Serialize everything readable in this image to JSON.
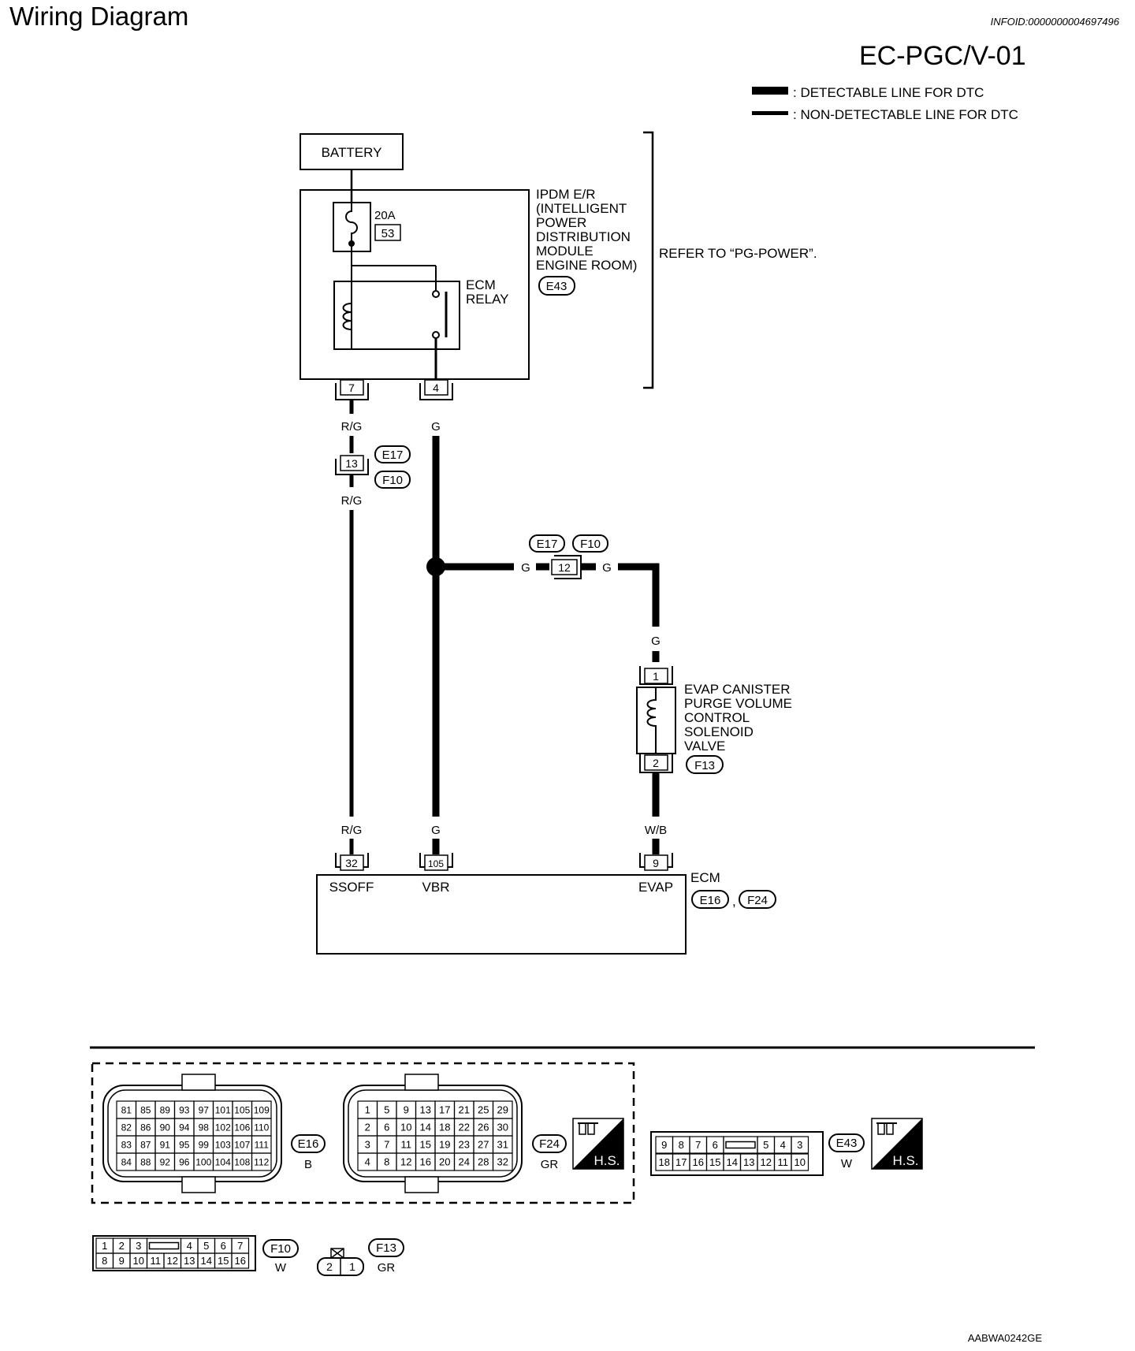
{
  "header": {
    "title": "Wiring Diagram",
    "info_id": "INFOID:0000000004697496",
    "code": "EC-PGC/V-01"
  },
  "legend": {
    "detectable": ": DETECTABLE LINE FOR DTC",
    "non_detectable": ": NON-DETECTABLE LINE FOR DTC"
  },
  "battery": {
    "label": "BATTERY"
  },
  "ipdm": {
    "lines": [
      "IPDM E/R",
      "(INTELLIGENT",
      "POWER",
      "DISTRIBUTION",
      "MODULE",
      "ENGINE ROOM)"
    ],
    "connector": "E43",
    "refer": "REFER TO “PG-POWER”."
  },
  "fuse": {
    "rating": "20A",
    "number": "53"
  },
  "relay": {
    "line1": "ECM",
    "line2": "RELAY"
  },
  "ipdm_pins": {
    "left": "7",
    "right": "4"
  },
  "wires": {
    "rg": "R/G",
    "g": "G",
    "wb": "W/B"
  },
  "joint_13": {
    "pin": "13",
    "conn_a": "E17",
    "conn_b": "F10"
  },
  "joint_12": {
    "pin": "12",
    "conn_a": "E17",
    "conn_b": "F10"
  },
  "solenoid": {
    "lines": [
      "EVAP CANISTER",
      "PURGE VOLUME",
      "CONTROL",
      "SOLENOID",
      "VALVE"
    ],
    "pin_top": "1",
    "pin_bottom": "2",
    "connector": "F13"
  },
  "ecm": {
    "label": "ECM",
    "conn_a": "E16",
    "sep": ",",
    "conn_b": "F24",
    "pins": [
      {
        "num": "32",
        "name": "SSOFF"
      },
      {
        "num": "105",
        "name": "VBR"
      },
      {
        "num": "9",
        "name": "EVAP"
      }
    ]
  },
  "connectors": {
    "e16": {
      "id": "E16",
      "color": "B",
      "rows": [
        [
          "81",
          "85",
          "89",
          "93",
          "97",
          "101",
          "105",
          "109"
        ],
        [
          "82",
          "86",
          "90",
          "94",
          "98",
          "102",
          "106",
          "110"
        ],
        [
          "83",
          "87",
          "91",
          "95",
          "99",
          "103",
          "107",
          "111"
        ],
        [
          "84",
          "88",
          "92",
          "96",
          "100",
          "104",
          "108",
          "112"
        ]
      ]
    },
    "f24": {
      "id": "F24",
      "color": "GR",
      "rows": [
        [
          "1",
          "5",
          "9",
          "13",
          "17",
          "21",
          "25",
          "29"
        ],
        [
          "2",
          "6",
          "10",
          "14",
          "18",
          "22",
          "26",
          "30"
        ],
        [
          "3",
          "7",
          "11",
          "15",
          "19",
          "23",
          "27",
          "31"
        ],
        [
          "4",
          "8",
          "12",
          "16",
          "20",
          "24",
          "28",
          "32"
        ]
      ]
    },
    "e43": {
      "id": "E43",
      "color": "W",
      "top": [
        "9",
        "8",
        "7",
        "6",
        "",
        "5",
        "4",
        "3"
      ],
      "bottom": [
        "18",
        "17",
        "16",
        "15",
        "14",
        "13",
        "12",
        "11",
        "10"
      ]
    },
    "f10": {
      "id": "F10",
      "color": "W",
      "top": [
        "1",
        "2",
        "3",
        "",
        "4",
        "5",
        "6",
        "7"
      ],
      "bottom": [
        "8",
        "9",
        "10",
        "11",
        "12",
        "13",
        "14",
        "15",
        "16"
      ]
    },
    "f13": {
      "id": "F13",
      "color": "GR",
      "pins": [
        "2",
        "1"
      ]
    },
    "hs_label": "H.S."
  },
  "footer": {
    "code": "AABWA0242GE"
  }
}
